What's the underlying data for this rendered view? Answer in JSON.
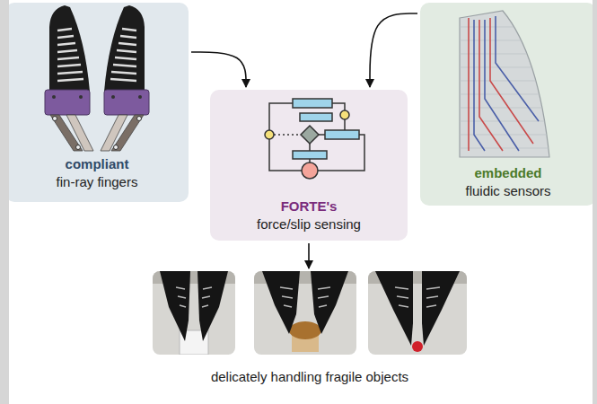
{
  "diagram": {
    "nodes": [
      {
        "text": [
          "compliant",
          "fin-ray fingers"
        ]
      },
      {
        "text": [
          "FORTE's",
          "force/slip sensing"
        ]
      },
      {
        "text": [
          "embedded",
          "fluidic sensors"
        ]
      },
      {
        "text": [
          "delicately handling fragile objects"
        ]
      }
    ],
    "edges": [
      {
        "from": 0,
        "to": 1,
        "arrow": "to"
      },
      {
        "from": 2,
        "to": 1,
        "arrow": "to"
      },
      {
        "from": 1,
        "to": 3,
        "arrow": "to"
      }
    ]
  }
}
